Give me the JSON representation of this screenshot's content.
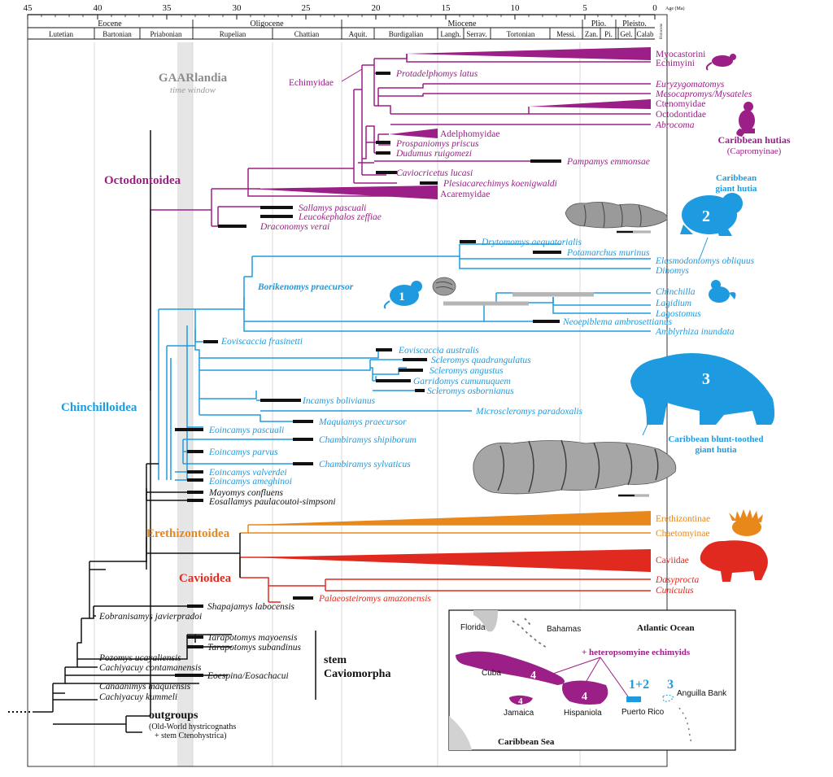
{
  "colors": {
    "octodontoidea": "#9b1f86",
    "chinchilloidea": "#1e9be0",
    "erethizontoidea": "#e8871a",
    "cavioidea": "#e02a20",
    "stem": "#111111",
    "gaar_window": "#e6e6e6",
    "fossil_bar": "#111111",
    "uncertain_bar": "#b5b5b5"
  },
  "axis": {
    "ticks": [
      "45",
      "40",
      "35",
      "30",
      "25",
      "20",
      "15",
      "10",
      "5",
      "0"
    ],
    "age_label": "Age (Ma)",
    "epochs": [
      "Eocene",
      "Oligocene",
      "Miocene",
      "Plio.",
      "Pleisto."
    ],
    "stages": [
      "Lutetian",
      "Bartonian",
      "Priabonian",
      "Rupelian",
      "Chattian",
      "Aquit.",
      "Burdigalian",
      "Langh.",
      "Serrav.",
      "Tortonian",
      "Messi.",
      "Zan.",
      "Pi.",
      "Gel.",
      "Calab"
    ],
    "holocene": "Holocene"
  },
  "gaar": {
    "title": "GAARlandia",
    "subtitle": "time window"
  },
  "clades": {
    "octodontoidea": "Octodontoidea",
    "chinchilloidea": "Chinchilloidea",
    "erethizontoidea": "Erethizontoidea",
    "cavioidea": "Cavioidea",
    "stem": "stem",
    "stem2": "Caviomorpha",
    "outgroups": "outgroups",
    "outgroups_sub1": "(Old-World hystricognaths",
    "outgroups_sub2": "+ stem Ctenohystrica)",
    "echimyidae_callout": "Echimyidae"
  },
  "taxa": {
    "octodontoidea": [
      "Myocastorini",
      "Echimyini",
      "Protadelphomys latus",
      "Euryzygomatomys",
      "Mesocapromys/Mysateles",
      "Ctenomyidae",
      "Octodontidae",
      "Abrocoma",
      "Adelphomyidae",
      "Prospaniomys priscus",
      "Dudumus ruigomezi",
      "Pampamys emmonsae",
      "Caviocricetus lucasi",
      "Plesiacarechimys koenigwaldi",
      "Acaremyidae",
      "Sallamys pascuali",
      "Leucokephalos zeffiae",
      "Draconomys verai"
    ],
    "chinchilloidea": [
      "Drytomomys aequatorialis",
      "Potamarchus murinus",
      "Elasmodontomys obliquus",
      "Dinomys",
      "Borikenomys praecursor",
      "Chinchilla",
      "Lagidium",
      "Lagostomus",
      "Neoepiblema ambrosettianus",
      "Amblyrhiza inundata",
      "Eoviscaccia frasinetti",
      "Eoviscaccia australis",
      "Scleromys quadrangulatus",
      "Scleromys angustus",
      "Garridomys cumunuquem",
      "Scleromys osbornianus",
      "Incamys bolivianus",
      "Microscleromys paradoxalis",
      "Maquiamys praecursor",
      "Eoincamys pascuali",
      "Chambiramys shipiborum",
      "Eoincamys parvus",
      "Chambiramys sylvaticus",
      "Eoincamys valverdei",
      "Eoincamys ameghinoi"
    ],
    "stem_chin": [
      "Mayomys confluens",
      "Eosallamys paulacoutoi-simpsoni"
    ],
    "erethizontoidea": [
      "Erethizontinae",
      "Chaetomyinae"
    ],
    "cavioidea": [
      "Caviidae",
      "Dasyprocta",
      "Cuniculus",
      "Palaeosteiromys amazonensis"
    ],
    "stem": [
      "Shapajamys labocensis",
      "Eobranisamys javierpradoi",
      "Tarapotomys mayoensis",
      "Tarapotomys subandinus",
      "Pozomys ucayaliensis",
      "Cachiyacuy contamanensis",
      "Eoespina/Eosachacui",
      "Canaanimys maquiensis",
      "Cachiyacuy kummeli"
    ]
  },
  "labels": {
    "hutias": "Caribbean hutias",
    "hutias_sub": "(Capromyinae)",
    "giant1": "Caribbean",
    "giant2": "giant hutia",
    "blunt1": "Caribbean blunt-toothed",
    "blunt2": "giant hutia",
    "num1": "1",
    "num2": "2",
    "num3": "3"
  },
  "map": {
    "florida": "Florida",
    "bahamas": "Bahamas",
    "atlantic": "Atlantic Ocean",
    "hetero": "+ heteropsomyine echimyids",
    "cuba": "Cuba",
    "jamaica": "Jamaica",
    "hispaniola": "Hispaniola",
    "puertorico": "Puerto Rico",
    "anguilla": "Anguilla Bank",
    "caribbean": "Caribbean Sea",
    "n12": "1+2",
    "n3": "3",
    "n4a": "4",
    "n4b": "4",
    "n4c": "4"
  }
}
